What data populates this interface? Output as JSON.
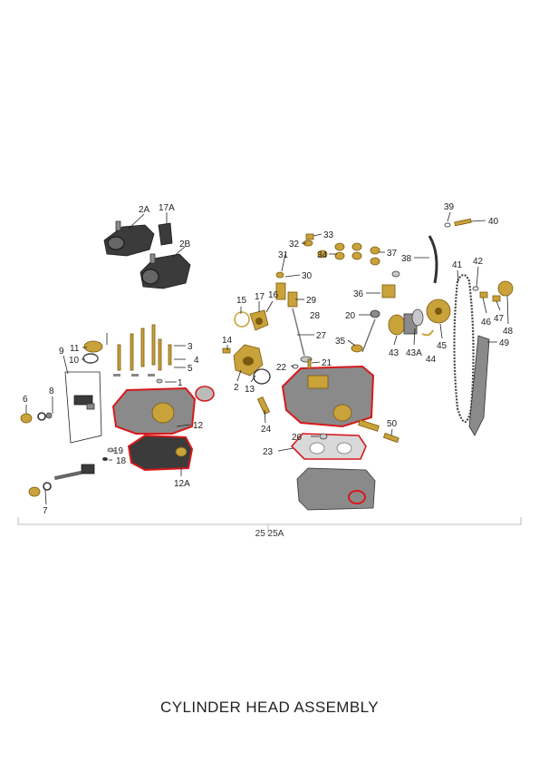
{
  "title": "CYLINDER HEAD ASSEMBLY",
  "footer": "25 25A",
  "callouts": {
    "c1": "1",
    "c2": "2",
    "c2A": "2A",
    "c2B": "2B",
    "c3": "3",
    "c4": "4",
    "c5": "5",
    "c6": "6",
    "c7": "7",
    "c8": "8",
    "c9": "9",
    "c10": "10",
    "c11": "11",
    "c12": "12",
    "c12A": "12A",
    "c13": "13",
    "c14": "14",
    "c15": "15",
    "c16": "16",
    "c17": "17",
    "c17A": "17A",
    "c18": "18",
    "c19": "19",
    "c20": "20",
    "c21": "21",
    "c22": "22",
    "c23": "23",
    "c24": "24",
    "c26": "26",
    "c27": "27",
    "c28": "28",
    "c29": "29",
    "c30": "30",
    "c31": "31",
    "c32": "32",
    "c33": "33",
    "c34": "34",
    "c35": "35",
    "c36": "36",
    "c37": "37",
    "c38": "38",
    "c39": "39",
    "c40": "40",
    "c41": "41",
    "c42": "42",
    "c43": "43",
    "c43A": "43A",
    "c44": "44",
    "c45": "45",
    "c46": "46",
    "c47": "47",
    "c48": "48",
    "c49": "49",
    "c50": "50"
  },
  "colors": {
    "highlight": "#d7191c",
    "brass": "#c9a23a",
    "casting": "#8a8a8a",
    "dark_part": "#3b3b3b"
  }
}
